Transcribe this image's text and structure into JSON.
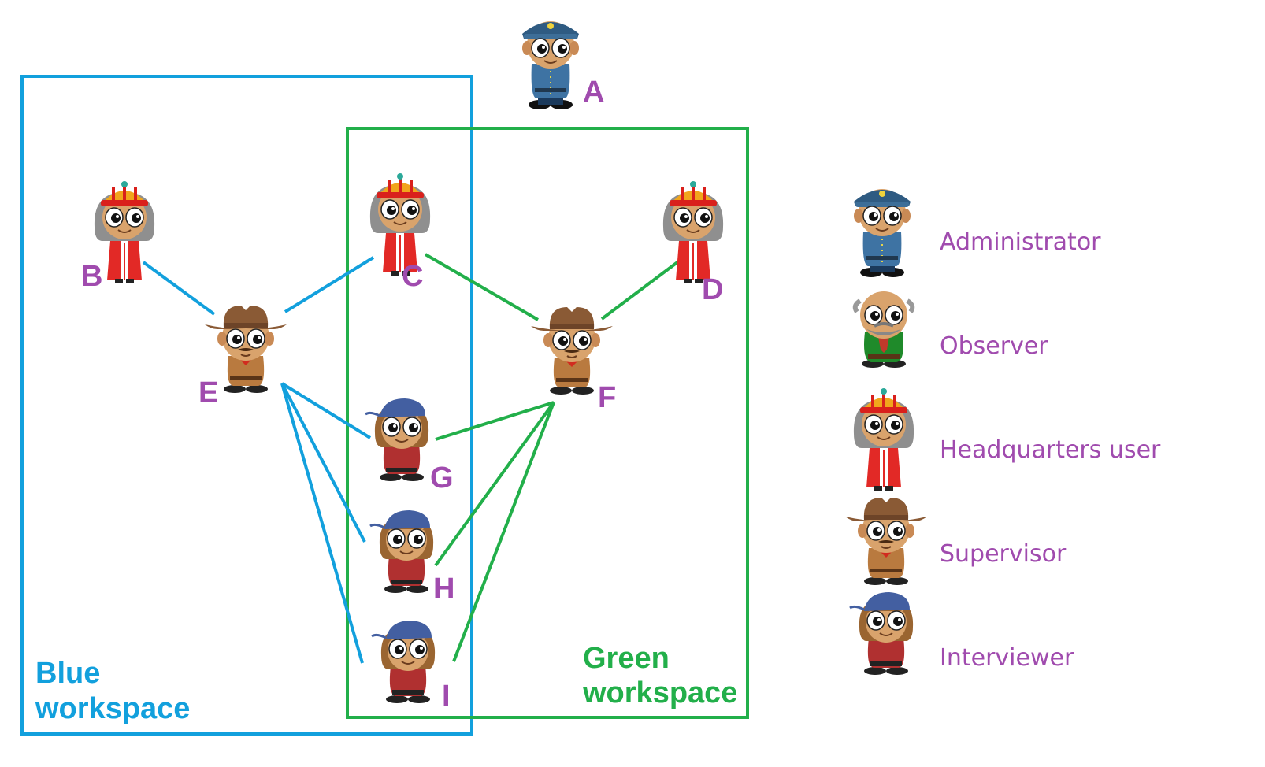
{
  "workspaces": {
    "blue": {
      "label_line1": "Blue",
      "label_line2": "workspace",
      "color": "#12A0DD"
    },
    "green": {
      "label_line1": "Green",
      "label_line2": "workspace",
      "color": "#22AF4A"
    }
  },
  "nodes": [
    {
      "id": "A",
      "label": "A",
      "role": "Administrator"
    },
    {
      "id": "B",
      "label": "B",
      "role": "Headquarters user"
    },
    {
      "id": "C",
      "label": "C",
      "role": "Headquarters user"
    },
    {
      "id": "D",
      "label": "D",
      "role": "Headquarters user"
    },
    {
      "id": "E",
      "label": "E",
      "role": "Supervisor"
    },
    {
      "id": "F",
      "label": "F",
      "role": "Supervisor"
    },
    {
      "id": "G",
      "label": "G",
      "role": "Interviewer"
    },
    {
      "id": "H",
      "label": "H",
      "role": "Interviewer"
    },
    {
      "id": "I",
      "label": "I",
      "role": "Interviewer"
    }
  ],
  "edges": [
    {
      "from": "B",
      "to": "E",
      "workspace": "blue"
    },
    {
      "from": "C",
      "to": "E",
      "workspace": "blue"
    },
    {
      "from": "E",
      "to": "G",
      "workspace": "blue"
    },
    {
      "from": "E",
      "to": "H",
      "workspace": "blue"
    },
    {
      "from": "E",
      "to": "I",
      "workspace": "blue"
    },
    {
      "from": "C",
      "to": "F",
      "workspace": "green"
    },
    {
      "from": "D",
      "to": "F",
      "workspace": "green"
    },
    {
      "from": "F",
      "to": "G",
      "workspace": "green"
    },
    {
      "from": "F",
      "to": "H",
      "workspace": "green"
    },
    {
      "from": "F",
      "to": "I",
      "workspace": "green"
    }
  ],
  "legend": [
    {
      "role": "admin",
      "label": "Administrator",
      "icon": "administrator-icon"
    },
    {
      "role": "observer",
      "label": "Observer",
      "icon": "observer-icon"
    },
    {
      "role": "hq",
      "label": "Headquarters user",
      "icon": "headquarters-user-icon"
    },
    {
      "role": "supervisor",
      "label": "Supervisor",
      "icon": "supervisor-icon"
    },
    {
      "role": "interviewer",
      "label": "Interviewer",
      "icon": "interviewer-icon"
    }
  ],
  "colors": {
    "label": "#A04BAE",
    "blue": "#12A0DD",
    "green": "#22AF4A"
  }
}
